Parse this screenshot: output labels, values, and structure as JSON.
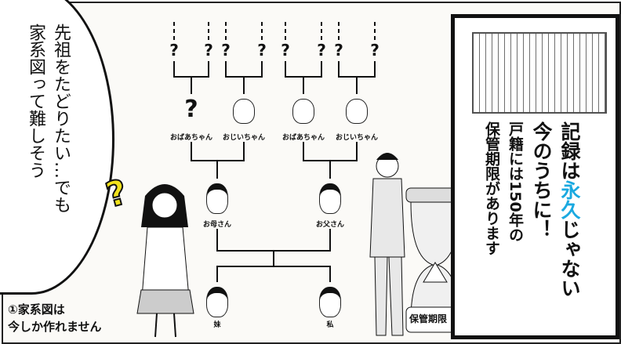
{
  "speech_bubble": {
    "line1": "先祖をたどりたい…でも",
    "line2": "家系図って難しそう"
  },
  "question_mark": "?",
  "caption": {
    "line1": "①家系図は",
    "line2": "今しか作れません"
  },
  "family_tree": {
    "unknown_ancestor": "?",
    "grandparents": [
      "おばあちゃん",
      "おじいちゃん",
      "おばあちゃん",
      "おじいちゃん"
    ],
    "parents": [
      "お母さん",
      "お父さん"
    ],
    "children": [
      "妹",
      "私"
    ]
  },
  "hourglass_label": "保管期限",
  "info_box": {
    "headline_part1": "記録は",
    "headline_accent": "永久",
    "headline_part2": "じゃない",
    "headline_line2": "今のうちに！",
    "body_line1": "戸籍には150年の",
    "body_line2": "保管期限があります"
  },
  "colors": {
    "accent": "#1aa9e0",
    "question_yellow": "#f2e21a"
  }
}
